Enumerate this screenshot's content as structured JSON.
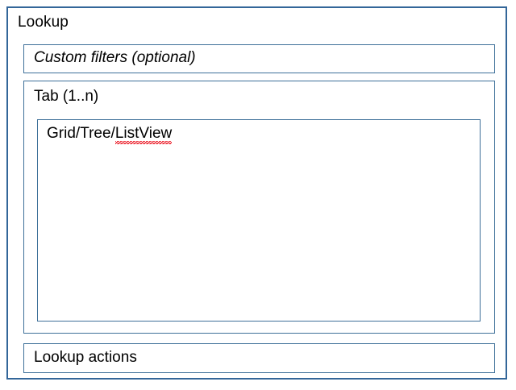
{
  "diagram": {
    "type": "ui-wireframe",
    "background_color": "#ffffff",
    "border_color": "#336699",
    "text_color": "#000000",
    "spellcheck_underline_color": "#e8000d"
  },
  "lookup": {
    "title": "Lookup",
    "filters": {
      "label": "Custom filters (optional)",
      "style": "italic",
      "optional": true
    },
    "tab": {
      "label": "Tab (1..n)",
      "content": {
        "label_full": "Grid/Tree/ListView",
        "label_prefix": "Grid/Tree/",
        "label_misspelled_word": "ListView"
      }
    },
    "actions": {
      "label": "Lookup actions"
    }
  }
}
